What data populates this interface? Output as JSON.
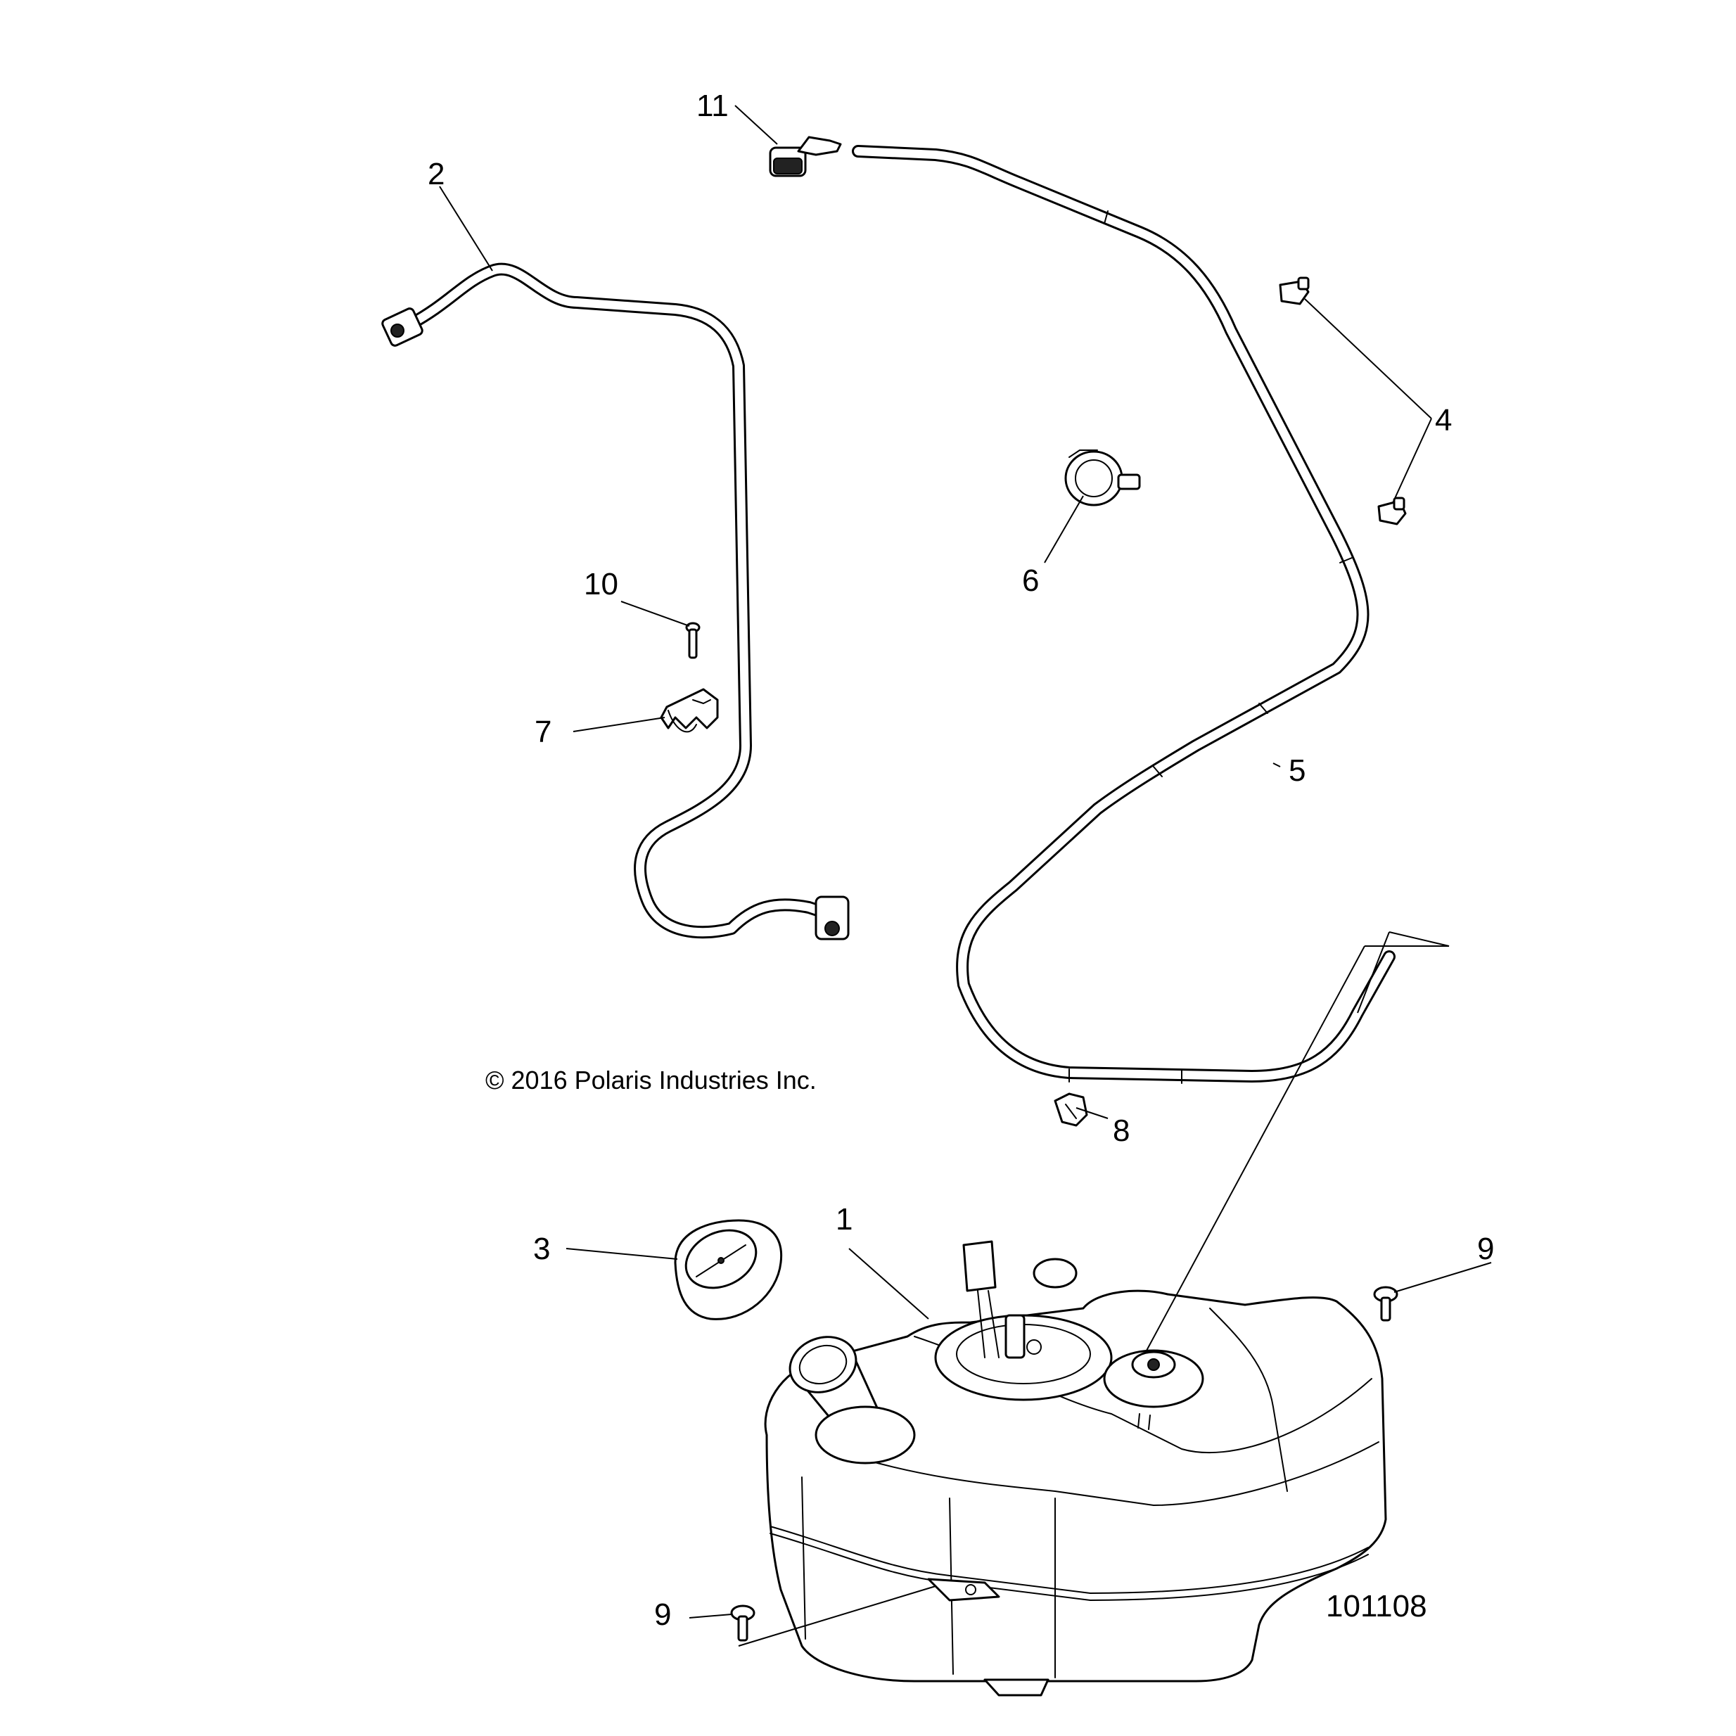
{
  "copyright": "© 2016 Polaris Industries Inc.",
  "figure_number": "101108",
  "callouts": {
    "c1": "1",
    "c2": "2",
    "c3": "3",
    "c4": "4",
    "c5": "5",
    "c6": "6",
    "c7": "7",
    "c8": "8",
    "c9a": "9",
    "c9b": "9",
    "c10": "10",
    "c11": "11"
  }
}
